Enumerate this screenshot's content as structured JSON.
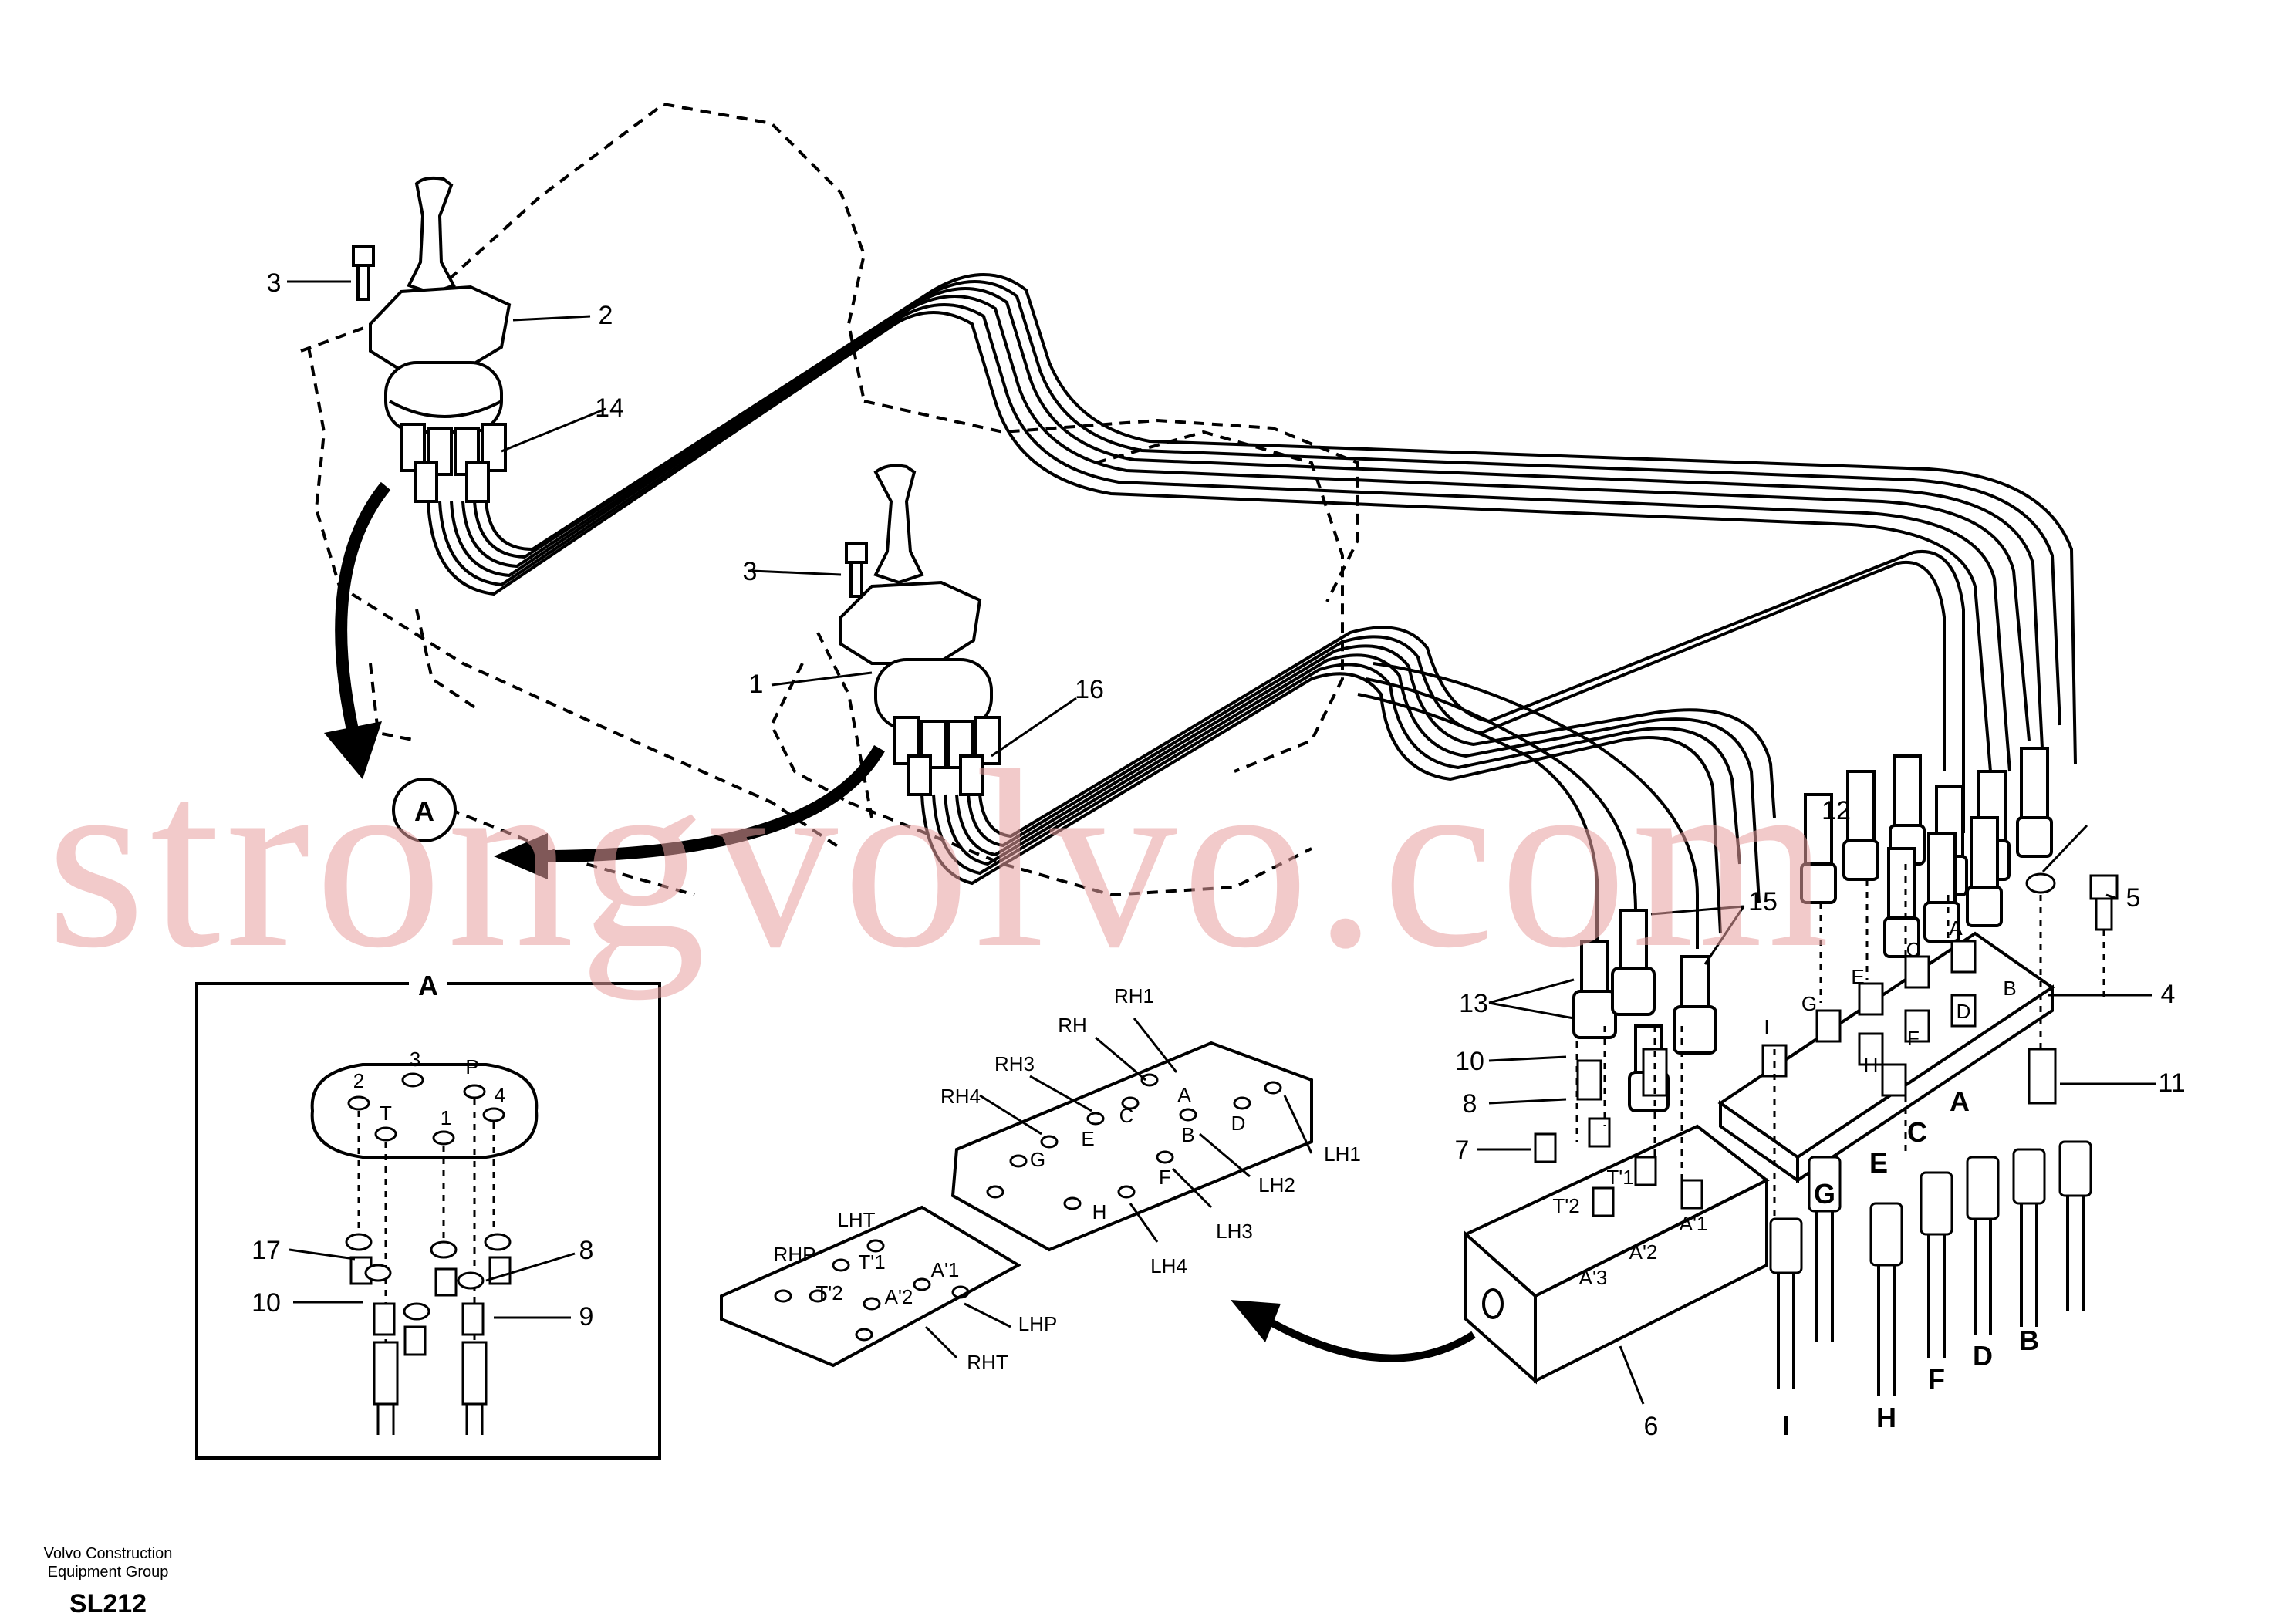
{
  "callouts": {
    "c1": "1",
    "c2": "2",
    "c3a": "3",
    "c3b": "3",
    "c4": "4",
    "c5": "5",
    "c6": "6",
    "c7": "7",
    "c8": "8",
    "c9": "9",
    "c10": "10",
    "c11": "11",
    "c12": "12",
    "c13": "13",
    "c14": "14",
    "c15": "15",
    "c16": "16",
    "c17": "17"
  },
  "view_marker": "A",
  "detail_title": "A",
  "detail": {
    "callouts": {
      "d17": "17",
      "d10": "10",
      "d8": "8",
      "d9": "9"
    },
    "ports": {
      "n2": "2",
      "n3": "3",
      "nP": "P",
      "n4": "4",
      "nT": "T",
      "n1": "1"
    }
  },
  "upper_plate_ports": {
    "RH1": "RH1",
    "RH": "RH",
    "RH3": "RH3",
    "RH4": "RH4",
    "A": "A",
    "C": "C",
    "D": "D",
    "E": "E",
    "G": "G",
    "B": "B",
    "F": "F",
    "H": "H",
    "LH1": "LH1",
    "LH2": "LH2",
    "LH3": "LH3",
    "LH4": "LH4"
  },
  "lower_plate_ports": {
    "LHT": "LHT",
    "RHP": "RHP",
    "T1": "T'1",
    "T2": "T'2",
    "A1": "A'1",
    "A2": "A'2",
    "LHP": "LHP",
    "RHT": "RHT"
  },
  "block_ports": {
    "T1": "T'1",
    "T2": "T'2",
    "A1": "A'1",
    "A2": "A'2",
    "A3": "A'3"
  },
  "valve_plate_ports": {
    "A": "A",
    "B": "B",
    "C": "C",
    "D": "D",
    "E": "E",
    "F": "F",
    "G": "G",
    "H": "H",
    "I": "I"
  },
  "hose_end_labels": {
    "I": "I",
    "H": "H",
    "F": "F",
    "D": "D",
    "B": "B",
    "A": "A",
    "C": "C",
    "E": "E",
    "G": "G"
  },
  "watermark": "strongvolvo.com",
  "footer": {
    "line1": "Volvo Construction",
    "line2": "Equipment Group",
    "code": "SL212"
  }
}
